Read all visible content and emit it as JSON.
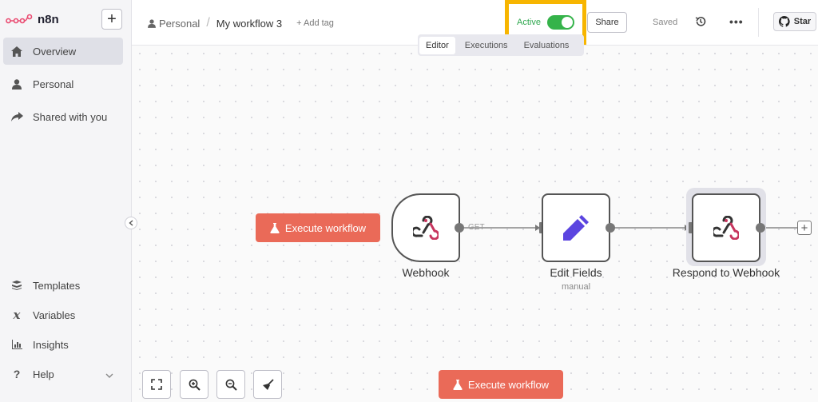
{
  "brand": {
    "name": "n8n"
  },
  "sidebar": {
    "add_label": "+",
    "items": [
      {
        "label": "Overview",
        "icon": "home-icon",
        "active": true
      },
      {
        "label": "Personal",
        "icon": "user-icon"
      },
      {
        "label": "Shared with you",
        "icon": "share-icon"
      }
    ],
    "bottom_items": [
      {
        "label": "Templates",
        "icon": "templates-icon"
      },
      {
        "label": "Variables",
        "icon": "variables-icon"
      },
      {
        "label": "Insights",
        "icon": "insights-icon"
      },
      {
        "label": "Help",
        "icon": "help-icon"
      }
    ]
  },
  "header": {
    "project": "Personal",
    "workflow_name": "My workflow 3",
    "add_tag": "+ Add tag",
    "active_label": "Active",
    "active": true,
    "share_label": "Share",
    "saved_label": "Saved",
    "star_label": "Star"
  },
  "tabs": [
    {
      "label": "Editor",
      "selected": true
    },
    {
      "label": "Executions"
    },
    {
      "label": "Evaluations"
    }
  ],
  "canvas": {
    "execute_label": "Execute workflow",
    "nodes": [
      {
        "name": "Webhook",
        "icon": "webhook-icon"
      },
      {
        "name": "Edit Fields",
        "subtitle": "manual",
        "icon": "pencil-icon"
      },
      {
        "name": "Respond to Webhook",
        "icon": "webhook-icon"
      }
    ],
    "edge_label": "GET"
  },
  "colors": {
    "accent": "#ea6a58",
    "active_green": "#35b34a",
    "highlight": "#f7b500",
    "pencil": "#5b45e0",
    "brand": "#ea4b71"
  }
}
